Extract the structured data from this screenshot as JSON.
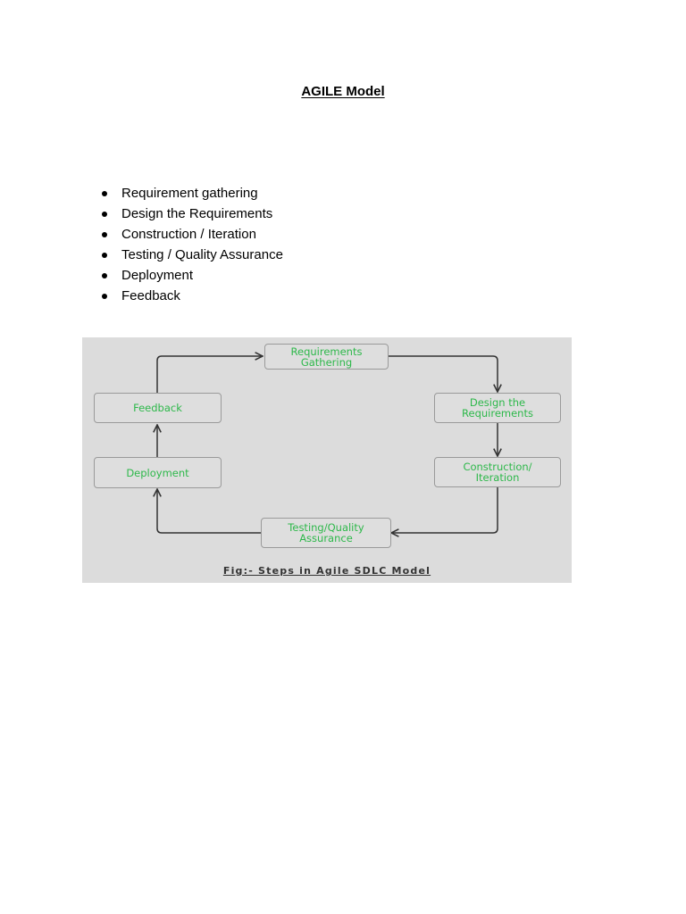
{
  "title": "AGILE Model",
  "steps": [
    "Requirement gathering",
    "Design the Requirements",
    "Construction / Iteration",
    "Testing / Quality Assurance",
    "Deployment",
    "Feedback"
  ],
  "diagram": {
    "nodes": {
      "requirements": "Requirements\nGathering",
      "design": "Design the\nRequirements",
      "construction": "Construction/\nIteration",
      "testing": "Testing/Quality\nAssurance",
      "deployment": "Deployment",
      "feedback": "Feedback"
    },
    "caption": "Fig:- Steps in Agile SDLC Model",
    "colors": {
      "node_text": "#2db84a",
      "background": "#dcdcdc",
      "arrow": "#333333"
    }
  }
}
